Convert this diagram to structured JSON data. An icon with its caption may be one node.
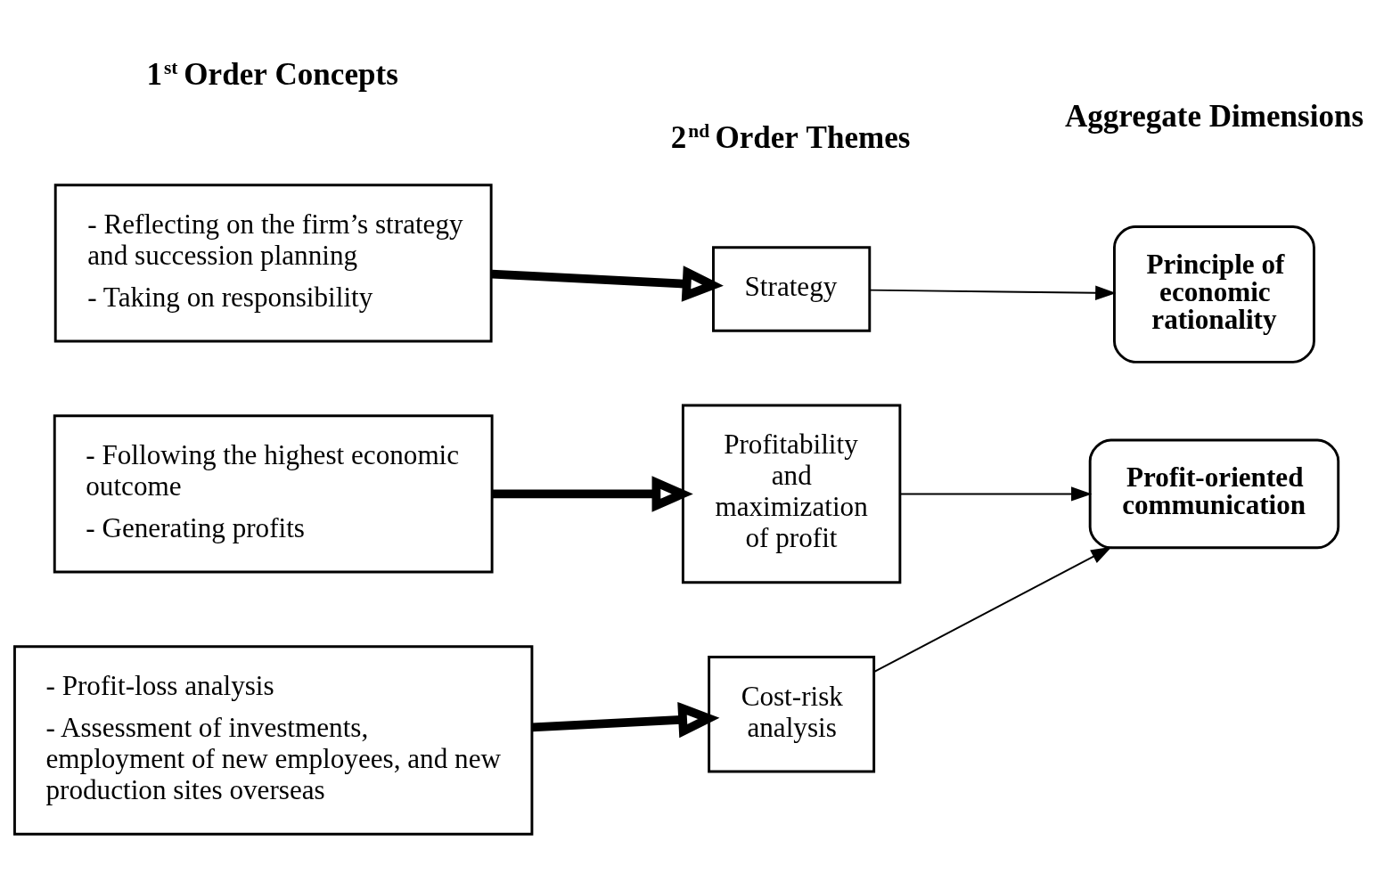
{
  "diagram": {
    "nodes": [
      {
        "text": [
          "- Reflecting on the firm’s strategy and succession planning",
          "- Taking on responsibility"
        ]
      },
      {
        "text": [
          "- Following the highest economic outcome",
          "- Generating profits"
        ]
      },
      {
        "text": [
          "- Profit-loss analysis",
          "- Assessment of investments, employment of new employees, and new production sites overseas"
        ]
      },
      {
        "text": [
          "Strategy"
        ]
      },
      {
        "text": [
          "Profitability and maximization of profit"
        ]
      },
      {
        "text": [
          "Cost-risk analysis"
        ]
      },
      {
        "text": [
          "Principle of economic rationality"
        ]
      },
      {
        "text": [
          "Profit-oriented communication"
        ]
      }
    ],
    "edges": [
      {
        "from": 0,
        "to": 3,
        "arrow": "to",
        "style": "thick"
      },
      {
        "from": 1,
        "to": 4,
        "arrow": "to",
        "style": "thick"
      },
      {
        "from": 2,
        "to": 5,
        "arrow": "to",
        "style": "thick"
      },
      {
        "from": 3,
        "to": 6,
        "arrow": "to"
      },
      {
        "from": 4,
        "to": 7,
        "arrow": "to"
      },
      {
        "from": 5,
        "to": 7,
        "arrow": "to"
      }
    ],
    "labels": [
      "1$^{st}$ Order Concepts",
      "2$^{nd}$ Order Themes",
      "Aggregate Dimensions"
    ]
  }
}
